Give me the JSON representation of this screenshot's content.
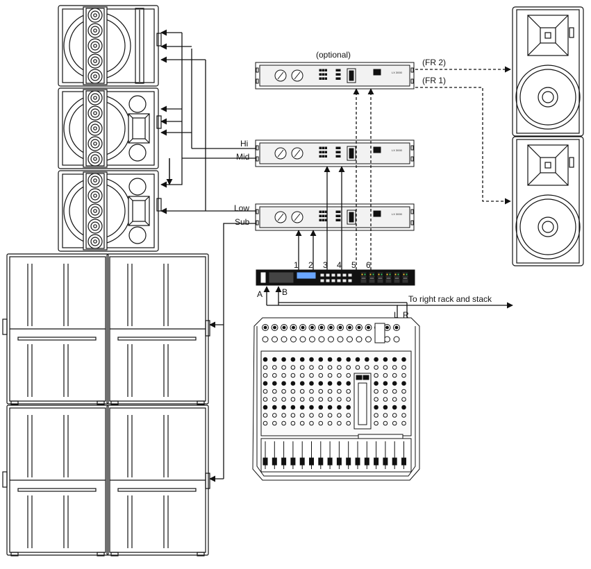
{
  "labels": {
    "optional": "(optional)",
    "fr2": "(FR 2)",
    "fr1": "(FR 1)",
    "hi": "Hi",
    "mid": "Mid",
    "low": "Low",
    "sub": "Sub",
    "to_right": "To right rack and stack",
    "mixer_l": "L",
    "mixer_r": "R",
    "in_a": "A",
    "in_b": "B"
  },
  "crossover_outputs": [
    "1",
    "2",
    "3",
    "4",
    "5",
    "6"
  ],
  "amp_model": "LX 3000",
  "colors": {
    "line": "#111111",
    "fill": "#ffffff",
    "panel": "#f2f2f2"
  }
}
